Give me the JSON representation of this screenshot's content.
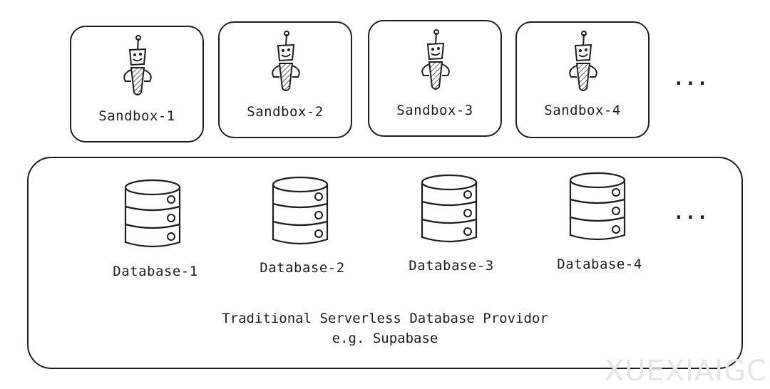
{
  "sandboxes": [
    {
      "label": "Sandbox-1"
    },
    {
      "label": "Sandbox-2"
    },
    {
      "label": "Sandbox-3"
    },
    {
      "label": "Sandbox-4"
    }
  ],
  "sandbox_more": "...",
  "databases": [
    {
      "label": "Database-1"
    },
    {
      "label": "Database-2"
    },
    {
      "label": "Database-3"
    },
    {
      "label": "Database-4"
    }
  ],
  "database_more": "...",
  "provider": {
    "title": "Traditional Serverless Database Providor",
    "example": "e.g. Supabase"
  },
  "watermark": "XUEXIAIGC",
  "icons": {
    "sandbox": "robot-icon",
    "database": "database-icon"
  },
  "colors": {
    "stroke": "#1e1e1e",
    "background": "#ffffff",
    "watermark": "#e6e6e6"
  }
}
